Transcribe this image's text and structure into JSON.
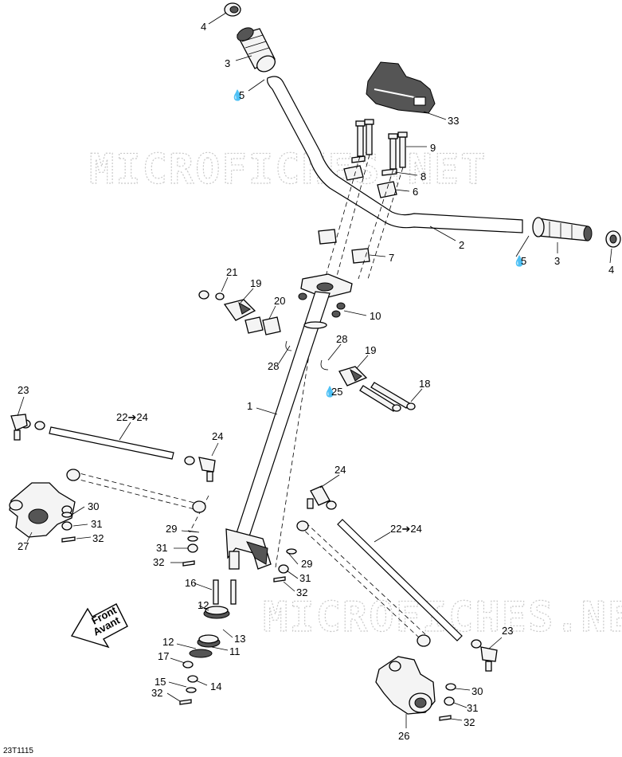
{
  "watermarks": [
    "MICROFICHES.NET",
    "MICROFICHES.NET"
  ],
  "direction_arrow": {
    "line1": "Front",
    "line2": "Avant"
  },
  "drawing_code": "23T1115",
  "callouts": {
    "c4a": "4",
    "c3a": "3",
    "c5a": "5",
    "c33": "33",
    "c9": "9",
    "c8": "8",
    "c6": "6",
    "c2": "2",
    "c5b": "5",
    "c3b": "3",
    "c4b": "4",
    "c7": "7",
    "c21": "21",
    "c19a": "19",
    "c20": "20",
    "c10": "10",
    "c28a": "28",
    "c28b": "28",
    "c19b": "19",
    "c25": "25",
    "c18": "18",
    "c1": "1",
    "c23a": "23",
    "c2224a": "22➔24",
    "c24a": "24",
    "c30a": "30",
    "c31a": "31",
    "c32a": "32",
    "c27": "27",
    "c29a": "29",
    "c31b": "31",
    "c32b": "32",
    "c24b": "24",
    "c2224b": "22➔24",
    "c29b": "29",
    "c31c": "31",
    "c32c": "32",
    "c16": "16",
    "c12a": "12",
    "c13": "13",
    "c12b": "12",
    "c11": "11",
    "c17": "17",
    "c15": "15",
    "c14": "14",
    "c32d": "32",
    "c23b": "23",
    "c30b": "30",
    "c31d": "31",
    "c32e": "32",
    "c26": "26"
  }
}
